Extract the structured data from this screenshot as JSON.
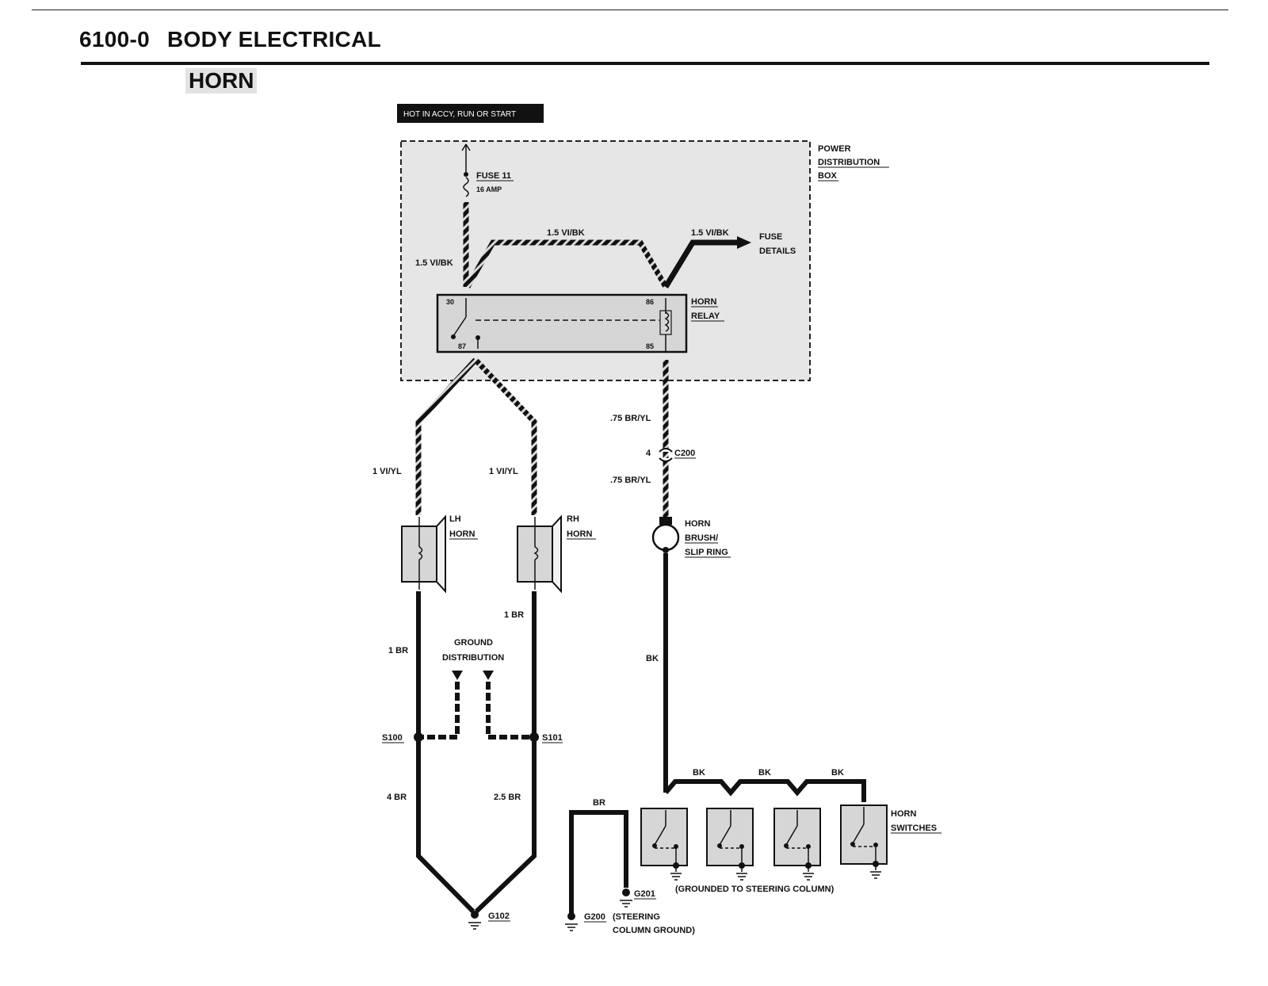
{
  "header": {
    "code": "6100-0",
    "title": "BODY ELECTRICAL"
  },
  "section": {
    "title": "HORN"
  },
  "diagram": {
    "hot_label": "HOT IN ACCY, RUN OR START",
    "power_box": [
      "POWER",
      "DISTRIBUTION",
      "BOX"
    ],
    "fuse": {
      "name": "FUSE 11",
      "rating": "16 AMP"
    },
    "fuse_details": [
      "FUSE",
      "DETAILS"
    ],
    "wire_16_vibk": "1.5 VI/BK",
    "relay": {
      "name": [
        "HORN",
        "RELAY"
      ],
      "pins": {
        "p30": "30",
        "p86": "86",
        "p87": "87",
        "p85": "85"
      }
    },
    "wire_075_bryl": ".75 BR/YL",
    "connector": {
      "pin": "4",
      "name": "C200"
    },
    "brush": [
      "HORN",
      "BRUSH/",
      "SLIP RING"
    ],
    "wire_1_viyl": "1 VI/YL",
    "lh_horn": [
      "LH",
      "HORN"
    ],
    "rh_horn": [
      "RH",
      "HORN"
    ],
    "wire_1_br": "1 BR",
    "ground_distribution": [
      "GROUND",
      "DISTRIBUTION"
    ],
    "splice_left": "S100",
    "splice_right": "S101",
    "wire_4_br": "4 BR",
    "wire_25_br": "2.5 BR",
    "ground_g102": "G102",
    "wire_bk": "BK",
    "wire_br": "BR",
    "horn_switches": [
      "HORN",
      "SWITCHES"
    ],
    "grounded_note": "(GROUNDED TO STEERING COLUMN)",
    "ground_g201": "G201",
    "ground_g200": "G200",
    "steering_ground": [
      "(STEERING",
      "COLUMN GROUND)"
    ]
  }
}
